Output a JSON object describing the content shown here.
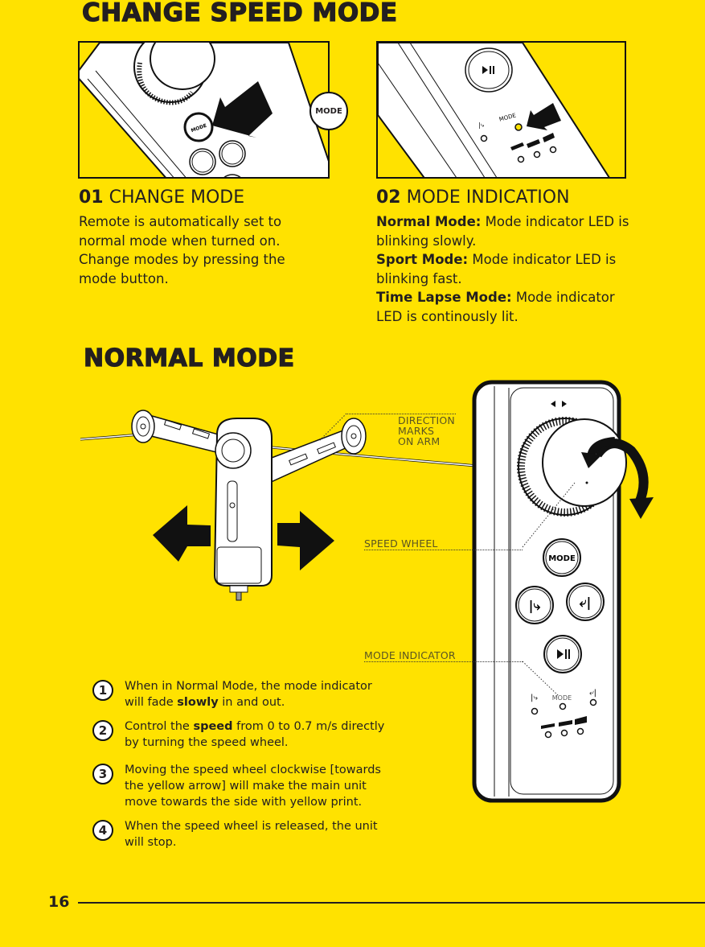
{
  "page": {
    "page_number": "16",
    "background_color": "#FFE200",
    "text_color": "#231f20"
  },
  "change_speed_mode": {
    "title": "CHANGE SPEED MODE",
    "illustration_1": {
      "button_label": "MODE",
      "callout_bubble_label": "MODE"
    },
    "illustration_2": {
      "indicator_label": "MODE",
      "play_pause_icon": "play-pause"
    },
    "sections": [
      {
        "number": "01",
        "heading": "CHANGE MODE",
        "body": "Remote is automatically set to normal mode when turned on. Change modes by pressing the mode button."
      },
      {
        "number": "02",
        "heading": "MODE INDICATION",
        "items": [
          {
            "label": "Normal Mode:",
            "text": " Mode indicator LED is blinking slowly."
          },
          {
            "label": "Sport Mode:",
            "text": " Mode indicator LED is blinking fast."
          },
          {
            "label": "Time Lapse Mode:",
            "text": " Mode indicator LED is continously lit."
          }
        ]
      }
    ]
  },
  "normal_mode": {
    "title": "NORMAL MODE",
    "callouts": {
      "direction_marks": "DIRECTION\nMARKS\nON ARM",
      "speed_wheel": "SPEED WHEEL",
      "mode_indicator": "MODE INDICATOR"
    },
    "remote": {
      "mode_button": "MODE",
      "indicator_label": "MODE"
    },
    "steps": [
      {
        "number": "1",
        "pre": "When in Normal Mode, the mode indicator will fade ",
        "bold": "slowly",
        "post": " in and out."
      },
      {
        "number": "2",
        "pre": "Control the ",
        "bold": "speed",
        "post": " from 0 to 0.7 m/s directly by turning the speed wheel."
      },
      {
        "number": "3",
        "pre": "Moving the speed wheel clockwise [towards the yellow arrow] will make the main unit move towards the side with yellow print.",
        "bold": "",
        "post": ""
      },
      {
        "number": "4",
        "pre": "When the speed wheel is released, the unit will stop.",
        "bold": "",
        "post": ""
      }
    ]
  }
}
